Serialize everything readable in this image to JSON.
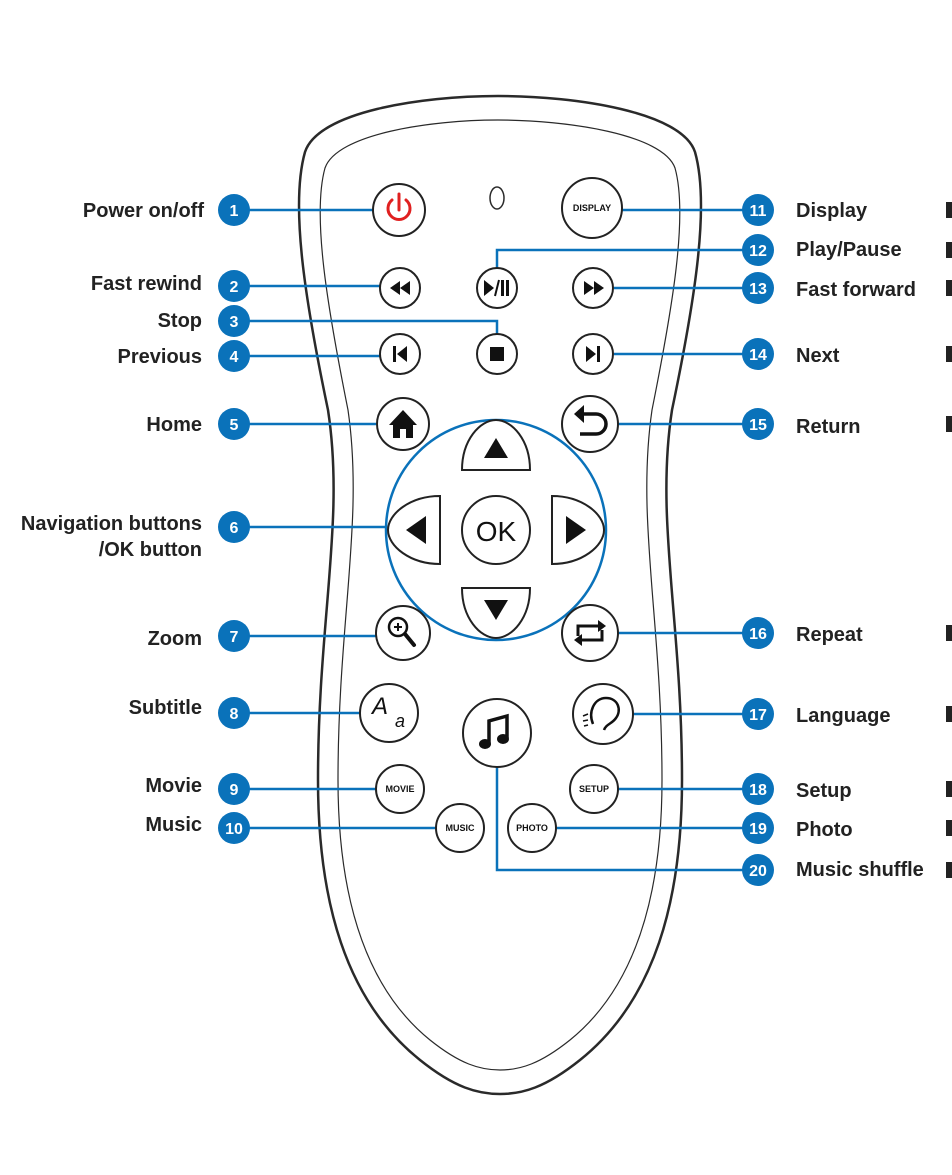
{
  "accent_color": "#0a72ba",
  "power_color": "#e02020",
  "remote": {
    "ok_label": "OK",
    "display_label": "DISPLAY",
    "movie_label": "MOVIE",
    "music_label": "MUSIC",
    "photo_label": "PHOTO",
    "setup_label": "SETUP"
  },
  "callouts": [
    {
      "number": "1",
      "label": "Power on/off",
      "icon": "power-icon"
    },
    {
      "number": "2",
      "label": "Fast rewind",
      "icon": "rewind-icon"
    },
    {
      "number": "3",
      "label": "Stop",
      "icon": "stop-icon"
    },
    {
      "number": "4",
      "label": "Previous",
      "icon": "previous-icon"
    },
    {
      "number": "5",
      "label": "Home",
      "icon": "home-icon"
    },
    {
      "number": "6",
      "label": "Navigation buttons",
      "label2": "/OK button",
      "icon": "navigation-pad"
    },
    {
      "number": "7",
      "label": "Zoom",
      "icon": "zoom-icon"
    },
    {
      "number": "8",
      "label": "Subtitle",
      "icon": "subtitle-icon"
    },
    {
      "number": "9",
      "label": "Movie",
      "icon": "movie-button"
    },
    {
      "number": "10",
      "label": "Music",
      "icon": "music-button"
    },
    {
      "number": "11",
      "label": "Display",
      "icon": "display-button"
    },
    {
      "number": "12",
      "label": "Play/Pause",
      "icon": "play-pause-icon"
    },
    {
      "number": "13",
      "label": "Fast forward",
      "icon": "fast-forward-icon"
    },
    {
      "number": "14",
      "label": "Next",
      "icon": "next-icon"
    },
    {
      "number": "15",
      "label": "Return",
      "icon": "return-icon"
    },
    {
      "number": "16",
      "label": "Repeat",
      "icon": "repeat-icon"
    },
    {
      "number": "17",
      "label": "Language",
      "icon": "language-icon"
    },
    {
      "number": "18",
      "label": "Setup",
      "icon": "setup-button"
    },
    {
      "number": "19",
      "label": "Photo",
      "icon": "photo-button"
    },
    {
      "number": "20",
      "label": "Music shuffle",
      "icon": "music-note-icon"
    }
  ]
}
